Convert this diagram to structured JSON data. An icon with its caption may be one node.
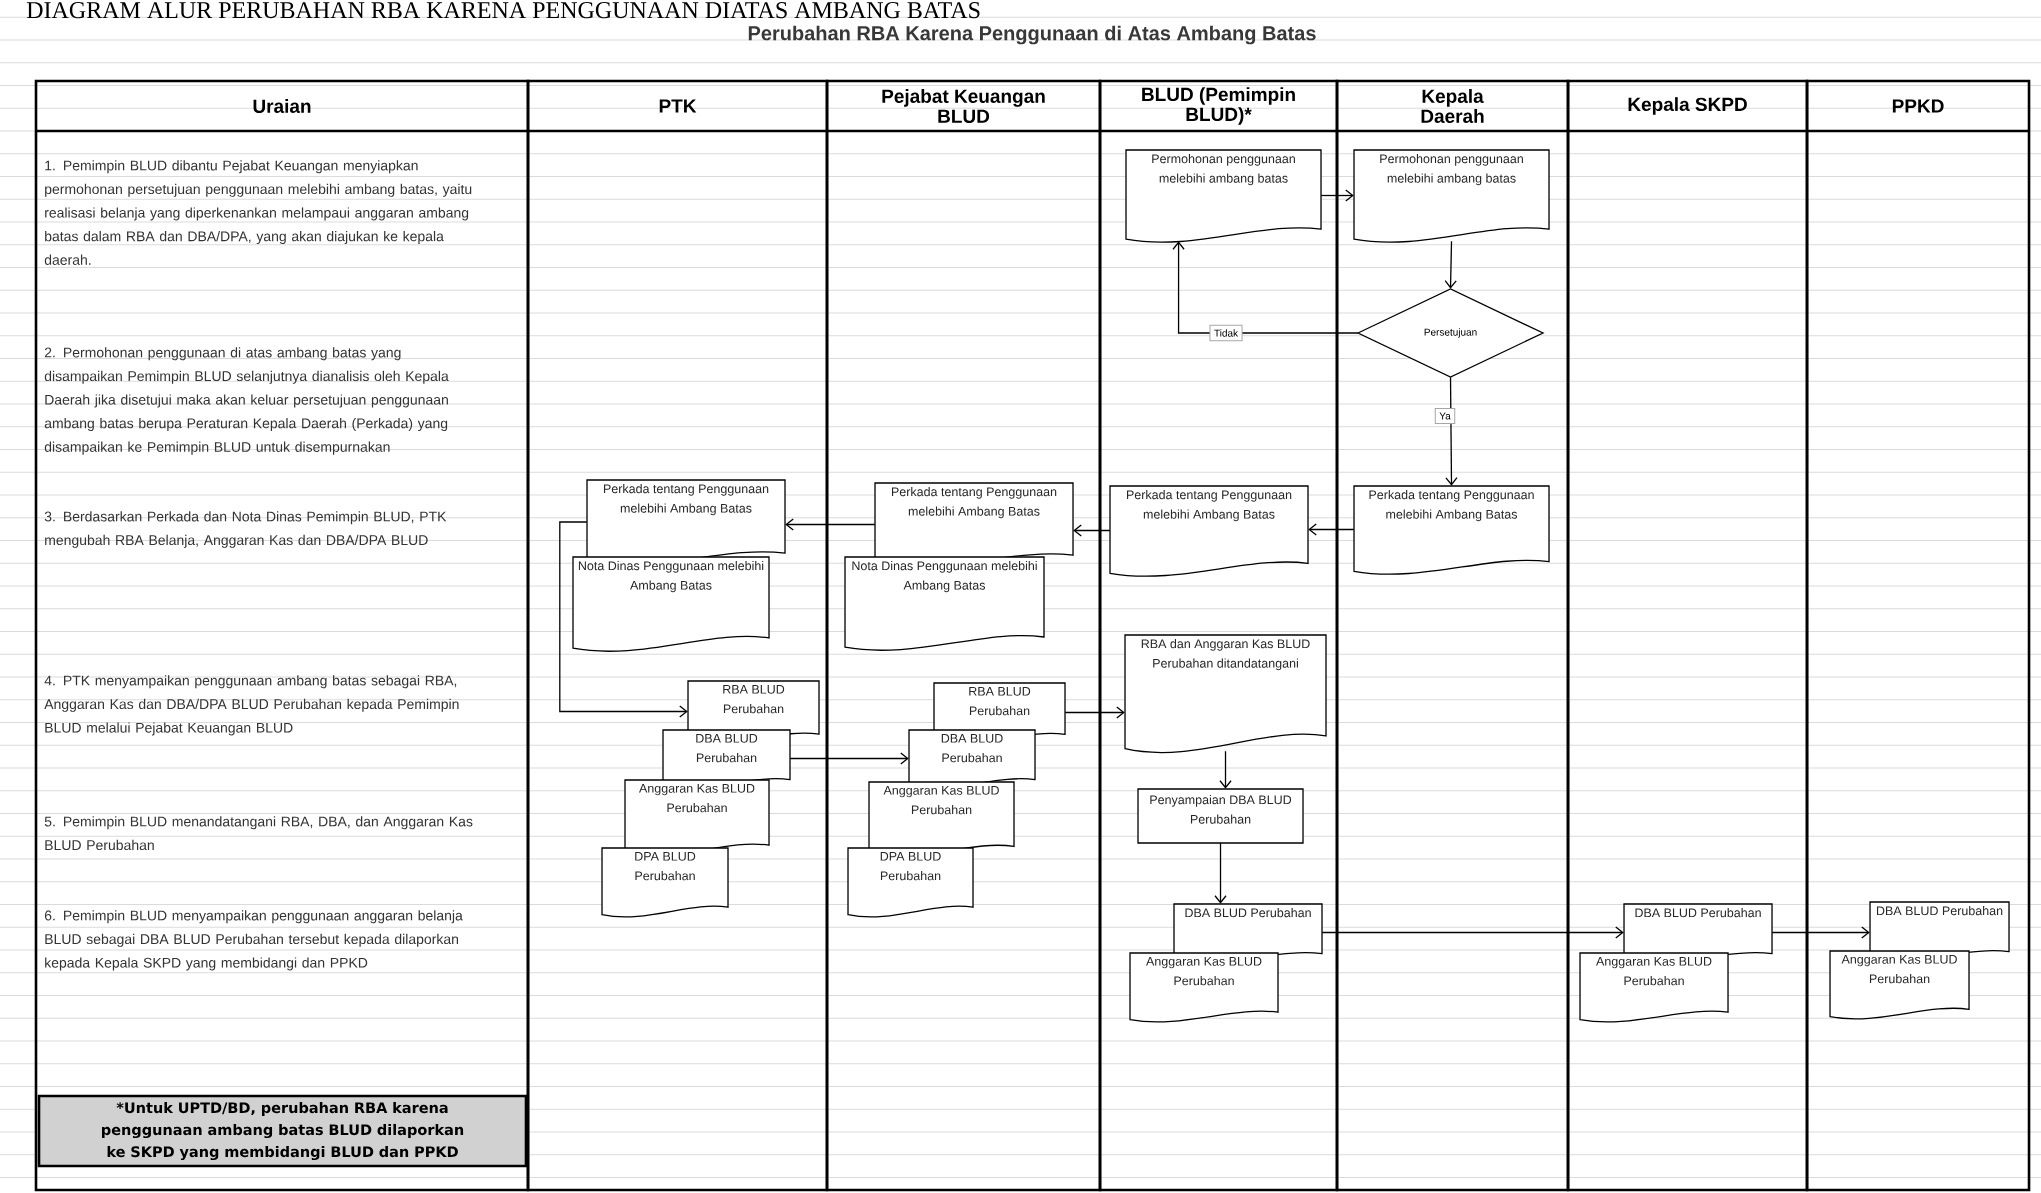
{
  "diagram": {
    "title": "DIAGRAM ALUR PERUBAHAN RBA KARENA PENGGUNAAN DIATAS AMBANG BATAS",
    "nodes": [
      {
        "text": [
          "Uraian"
        ]
      },
      {
        "text": [
          "PTK"
        ]
      },
      {
        "text": [
          "Pejabat Keuangan BLUD"
        ]
      },
      {
        "text": [
          "BLUD (Pemimpin BLUD)*"
        ]
      },
      {
        "text": [
          "Kepala Daerah"
        ]
      },
      {
        "text": [
          "Kepala SKPD"
        ]
      },
      {
        "text": [
          "PPKD"
        ]
      },
      {
        "text": [
          "Permohonan penggunaan melebihi ambang batas"
        ],
        "in": 3
      },
      {
        "text": [
          "Permohonan penggunaan melebihi ambang batas"
        ],
        "in": 4
      },
      {
        "text": [
          "Persetujuan"
        ],
        "in": 4
      },
      {
        "text": [
          "Perkada tentang Penggunaan melebihi Ambang Batas"
        ],
        "in": 4
      },
      {
        "text": [
          "Perkada tentang Penggunaan melebihi Ambang Batas"
        ],
        "in": 3
      },
      {
        "text": [
          "Perkada tentang Penggunaan melebihi Ambang Batas"
        ],
        "in": 2
      },
      {
        "text": [
          "Nota Dinas Penggunaan melebihi Ambang Batas"
        ],
        "in": 2
      },
      {
        "text": [
          "Perkada tentang Penggunaan melebihi Ambang Batas"
        ],
        "in": 1
      },
      {
        "text": [
          "Nota Dinas Penggunaan melebihi Ambang Batas"
        ],
        "in": 1
      },
      {
        "text": [
          "RBA BLUD Perubahan"
        ],
        "in": 1
      },
      {
        "text": [
          "DBA BLUD Perubahan"
        ],
        "in": 1
      },
      {
        "text": [
          "Anggaran Kas BLUD Perubahan"
        ],
        "in": 1
      },
      {
        "text": [
          "DPA BLUD Perubahan"
        ],
        "in": 1
      },
      {
        "text": [
          "RBA BLUD Perubahan"
        ],
        "in": 2
      },
      {
        "text": [
          "DBA BLUD Perubahan"
        ],
        "in": 2
      },
      {
        "text": [
          "Anggaran Kas BLUD Perubahan"
        ],
        "in": 2
      },
      {
        "text": [
          "DPA BLUD Perubahan"
        ],
        "in": 2
      },
      {
        "text": [
          "RBA dan Anggaran Kas BLUD Perubahan ditandatangani"
        ],
        "in": 3
      },
      {
        "text": [
          "Penyampaian DBA BLUD Perubahan"
        ],
        "in": 3
      },
      {
        "text": [
          "DBA BLUD Perubahan"
        ],
        "in": 3
      },
      {
        "text": [
          "Anggaran Kas BLUD Perubahan"
        ],
        "in": 3
      },
      {
        "text": [
          "DBA BLUD Perubahan"
        ],
        "in": 5
      },
      {
        "text": [
          "Anggaran Kas BLUD Perubahan"
        ],
        "in": 5
      },
      {
        "text": [
          "DBA BLUD Perubahan"
        ],
        "in": 6
      },
      {
        "text": [
          "Anggaran Kas BLUD Perubahan"
        ],
        "in": 6
      },
      {
        "text": [
          "*Untuk UPTD/BD, perubahan RBA karena penggunaan ambang batas BLUD dilaporkan ke SKPD yang membidangi BLUD dan PPKD"
        ],
        "in": 0
      }
    ],
    "edges": [
      {
        "from": 7,
        "to": 8,
        "arrow": "to"
      },
      {
        "from": 8,
        "to": 9,
        "arrow": "to"
      },
      {
        "from": 9,
        "to": 7,
        "arrow": "to",
        "label": "Tidak"
      },
      {
        "from": 9,
        "to": 10,
        "arrow": "to",
        "label": "Ya"
      },
      {
        "from": 10,
        "to": 11,
        "arrow": "to"
      },
      {
        "from": 11,
        "to": 12,
        "arrow": "to"
      },
      {
        "from": 12,
        "to": 14,
        "arrow": "to"
      },
      {
        "from": 14,
        "to": 16,
        "arrow": "to"
      },
      {
        "from": 17,
        "to": 21,
        "arrow": "to"
      },
      {
        "from": 20,
        "to": 24,
        "arrow": "to"
      },
      {
        "from": 24,
        "to": 25,
        "arrow": "to"
      },
      {
        "from": 25,
        "to": 26,
        "arrow": "to"
      },
      {
        "from": 26,
        "to": 28,
        "arrow": "to"
      },
      {
        "from": 28,
        "to": 30,
        "arrow": "to"
      }
    ],
    "labels": [
      "Perubahan RBA Karena Penggunaan di Atas Ambang Batas",
      "1. Pemimpin BLUD dibantu Pejabat Keuangan menyiapkan permohonan persetujuan penggunaan melebihi ambang batas, yaitu realisasi belanja yang diperkenankan melampaui anggaran ambang batas dalam RBA dan DBA/DPA, yang akan diajukan ke kepala daerah.",
      "2. Permohonan penggunaan di atas ambang batas yang disampaikan Pemimpin BLUD selanjutnya dianalisis oleh Kepala Daerah jika disetujui maka akan keluar persetujuan penggunaan ambang batas berupa Peraturan Kepala Daerah (Perkada) yang disampaikan ke Pemimpin BLUD untuk disempurnakan",
      "3. Berdasarkan Perkada dan Nota Dinas Pemimpin BLUD, PTK mengubah RBA Belanja, Anggaran Kas dan DBA/DPA BLUD",
      "4. PTK menyampaikan penggunaan ambang batas sebagai RBA, Anggaran Kas dan DBA/DPA BLUD Perubahan kepada Pemimpin BLUD melalui Pejabat Keuangan BLUD",
      "5. Pemimpin BLUD menandatangani RBA, DBA, dan Anggaran Kas BLUD Perubahan",
      "6. Pemimpin BLUD menyampaikan penggunaan anggaran belanja BLUD sebagai DBA BLUD Perubahan tersebut kepada dilaporkan kepada Kepala SKPD yang membidangi dan PPKD"
    ]
  }
}
